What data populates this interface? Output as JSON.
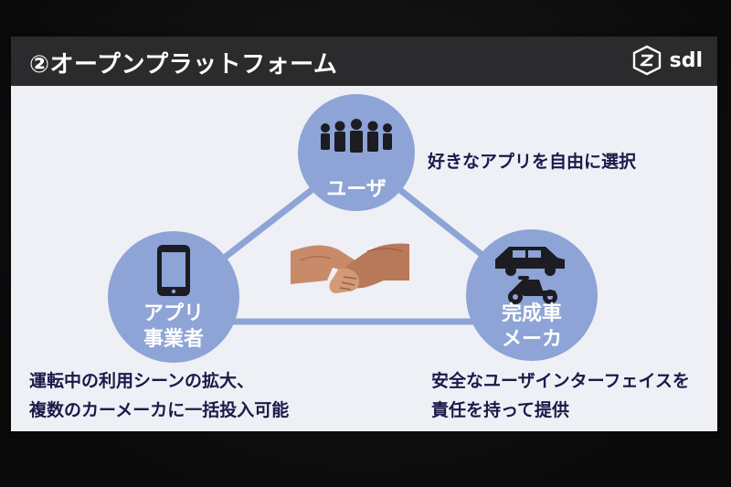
{
  "header": {
    "title": "②オープンプラットフォーム",
    "logo_text": "sdl",
    "logo_icon": "sdl-logo-icon"
  },
  "nodes": {
    "user": {
      "label": "ユーザ",
      "icon": "people-group-icon",
      "caption": "好きなアプリを自由に選択"
    },
    "app_vendor": {
      "label_line1": "アプリ",
      "label_line2": "事業者",
      "icon": "smartphone-icon",
      "caption_line1": "運転中の利用シーンの拡大、",
      "caption_line2": "複数のカーメーカに一括投入可能"
    },
    "oem": {
      "label_line1": "完成車",
      "label_line2": "メーカ",
      "icons": [
        "car-icon",
        "scooter-icon"
      ],
      "caption_line1": "安全なユーザインターフェイスを",
      "caption_line2": "責任を持って提供"
    }
  },
  "center_image": "handshake-image",
  "colors": {
    "circle": "#8ea4d6",
    "triangle_line": "#8ea4d6",
    "caption_text": "#1a1a4a",
    "header_bg": "#2b2b2e",
    "slide_bg": "#eef0f5"
  }
}
